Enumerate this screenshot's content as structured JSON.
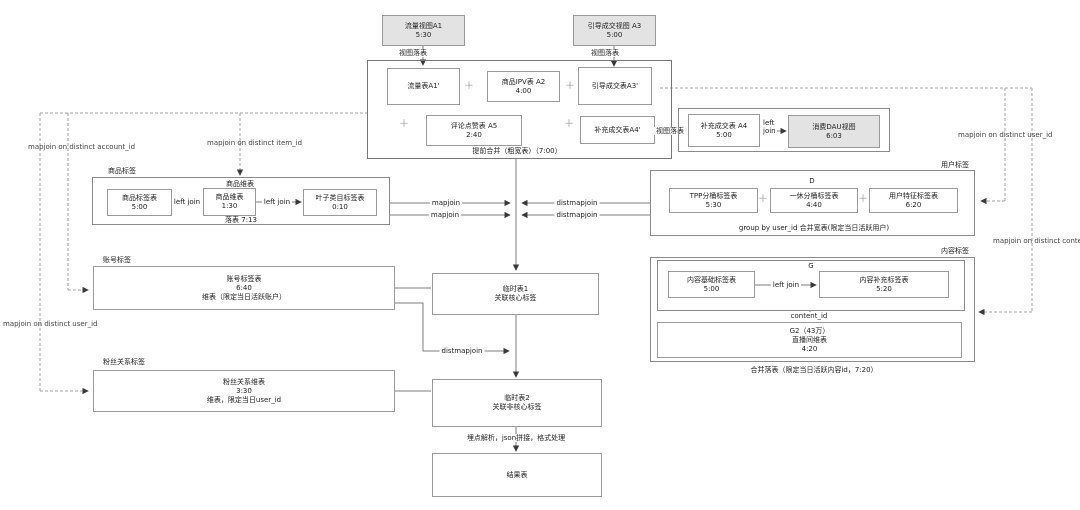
{
  "colors": {
    "background": "#ffffff",
    "node_border": "#9a9a9a",
    "section_border": "#8a8a8a",
    "gray_fill": "#e3e3e3",
    "line": "#7d7d7d",
    "dashed_line": "#a0a0a0",
    "text": "#222222"
  },
  "joins": {
    "mapjoin": "mapjoin",
    "distmapjoin": "distmapjoin",
    "left_join": "left join",
    "left": "left",
    "join": "join",
    "plus": "＋"
  },
  "annotations": {
    "account": "mapjoin on distinct account_id",
    "item": "mapjoin on distinct item_id",
    "user_left": "mapjoin on distinct user_id",
    "user_right": "mapjoin on distinct user_id",
    "content": "mapjoin on distinct content_id"
  },
  "sources": {
    "a1": {
      "title": "流量视图A1",
      "time": "5:30",
      "edge": "视图落表"
    },
    "a3": {
      "title": "引导成交视图 A3",
      "time": "5:00",
      "edge": "视图落表"
    }
  },
  "merge": {
    "caption": "提前合并（粗宽表）（7:00）",
    "a1p": {
      "title": "流量表A1'"
    },
    "a2": {
      "title": "商品IPV表 A2",
      "time": "4:00"
    },
    "a3p": {
      "title": "引导成交表A3'"
    },
    "a5": {
      "title": "评论点赞表 A5",
      "time": "2:40"
    },
    "a4p": {
      "title": "补充成交表A4'"
    },
    "sink_label": "视图落表"
  },
  "dau": {
    "a4": {
      "title": "补充成交表 A4",
      "time": "5:00"
    },
    "view": {
      "title": "消费DAU视图",
      "time": "6:03"
    }
  },
  "item_section": {
    "label": "商品标签",
    "edge": "商品维表",
    "n1": {
      "title": "商品标签表",
      "time": "5:00"
    },
    "n2": {
      "title": "商品维表",
      "time": "1:30"
    },
    "n3": {
      "title": "叶子类目标签表",
      "time": "0:10"
    },
    "caption": "落表 7:13"
  },
  "account_section": {
    "label": "账号标签",
    "line1": "账号标签表",
    "line2": "6:40",
    "line3": "维表（限定当日活跃账户）"
  },
  "fans_section": {
    "label": "粉丝关系标签",
    "line1": "粉丝关系维表",
    "line2": "3:30",
    "line3": "维表，限定当日user_id"
  },
  "user_section": {
    "label": "用户标签",
    "tag": "D",
    "n1": {
      "title": "TPP分桶标签表",
      "time": "5:30"
    },
    "n2": {
      "title": "一休分桶标签表",
      "time": "4:40"
    },
    "n3": {
      "title": "用户特征标签表",
      "time": "6:20"
    },
    "caption": "group by user_id 合并宽表(限定当日活跃用户)"
  },
  "content_section": {
    "label": "内容标签",
    "tag": "G",
    "n1": {
      "title": "内容基础标签表",
      "time": "5:00"
    },
    "n2": {
      "title": "内容补充标签表",
      "time": "5:20"
    },
    "edge": "content_id",
    "g2": {
      "line1": "G2（43万）",
      "line2": "直播间维表",
      "line3": "4:20"
    },
    "caption": "合并落表（限定当日活跃内容id，7:20）"
  },
  "center": {
    "tmp1": {
      "line1": "临时表1",
      "line2": "关联核心标签"
    },
    "tmp2": {
      "line1": "临时表2",
      "line2": "关联非核心标签"
    },
    "process": "埋点解析，json拼接，格式处理",
    "result": "结果表"
  }
}
